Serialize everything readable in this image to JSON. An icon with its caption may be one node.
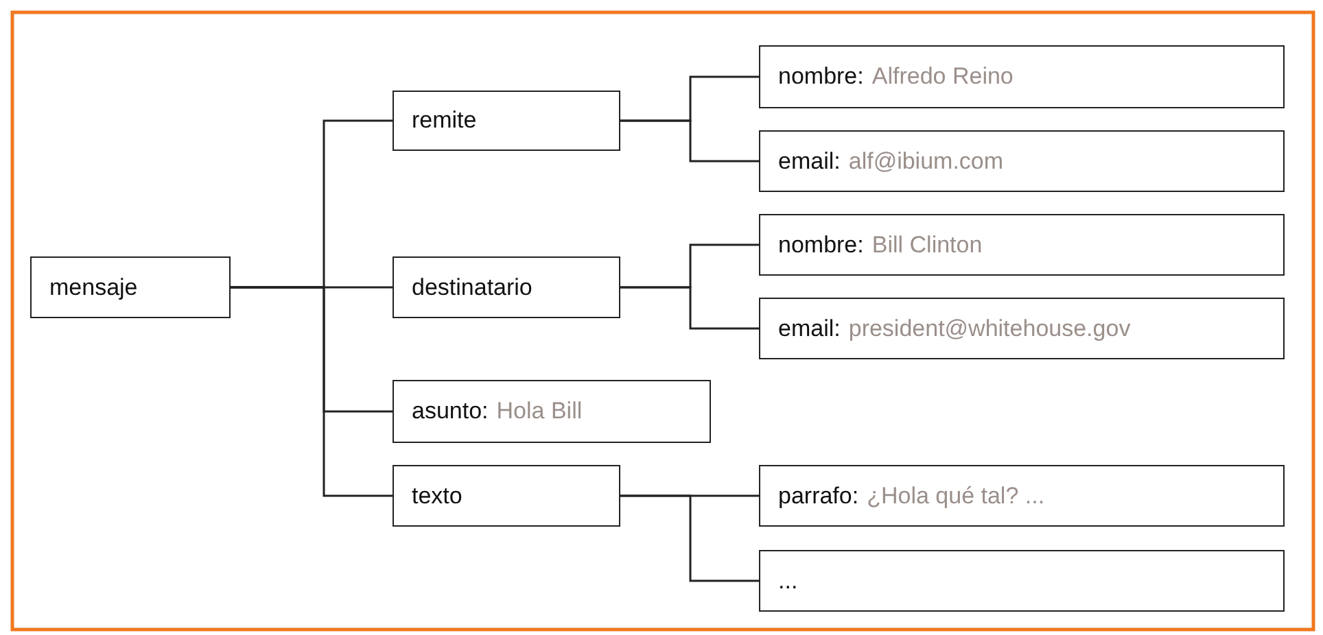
{
  "diagram": {
    "nodes": [
      {
        "text": [
          "mensaje"
        ]
      },
      {
        "text": [
          "remite"
        ]
      },
      {
        "text": [
          "destinatario"
        ]
      },
      {
        "text": [
          "asunto:",
          "Hola Bill"
        ]
      },
      {
        "text": [
          "texto"
        ]
      },
      {
        "text": [
          "nombre:",
          "Alfredo Reino"
        ]
      },
      {
        "text": [
          "email:",
          "alf@ibium.com"
        ]
      },
      {
        "text": [
          "nombre:",
          "Bill Clinton"
        ]
      },
      {
        "text": [
          "email:",
          "president@whitehouse.gov"
        ]
      },
      {
        "text": [
          "parrafo:",
          "¿Hola qué tal? ..."
        ]
      },
      {
        "text": [
          "..."
        ]
      }
    ],
    "edges": [
      {
        "from": 0,
        "to": 1,
        "arrow": "none"
      },
      {
        "from": 0,
        "to": 2,
        "arrow": "none"
      },
      {
        "from": 0,
        "to": 3,
        "arrow": "none"
      },
      {
        "from": 0,
        "to": 4,
        "arrow": "none"
      },
      {
        "from": 1,
        "to": 5,
        "arrow": "none"
      },
      {
        "from": 1,
        "to": 6,
        "arrow": "none"
      },
      {
        "from": 2,
        "to": 7,
        "arrow": "none"
      },
      {
        "from": 2,
        "to": 8,
        "arrow": "none"
      },
      {
        "from": 4,
        "to": 9,
        "arrow": "none"
      },
      {
        "from": 4,
        "to": 10,
        "arrow": "none"
      }
    ]
  }
}
